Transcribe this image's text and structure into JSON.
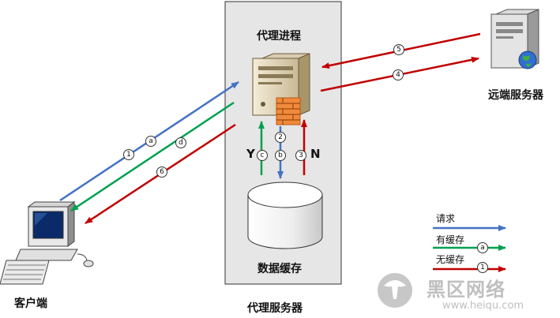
{
  "proxy_process_label": "代理进程",
  "remote_server_label": "远端服务器",
  "data_cache_label": "数据缓存",
  "client_label": "客户端",
  "proxy_server_label": "代理服务器",
  "y_label": "Y",
  "n_label": "N",
  "markers": {
    "a": "a",
    "b": "b",
    "c": "c",
    "d": "d",
    "one": "1",
    "two": "2",
    "three": "3",
    "four": "4",
    "five": "5",
    "six": "6"
  },
  "legend": {
    "request_label": "请求",
    "cached_label": "有缓存",
    "cached_marker": "a",
    "no_cache_label": "无缓存",
    "no_cache_marker": "1"
  },
  "watermark": {
    "brand": "黑区网络",
    "url": "www.heiqu.com"
  },
  "colors": {
    "request_blue": "#4472c4",
    "cached_green": "#00a050",
    "no_cache_red": "#c00000"
  }
}
